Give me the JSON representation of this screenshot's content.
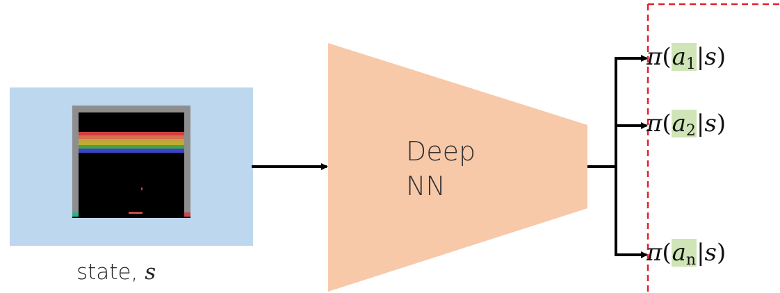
{
  "network": {
    "line1": "Deep",
    "line2": "NN"
  },
  "state": {
    "text": "state, ",
    "var": "s"
  },
  "outputs": [
    {
      "pi": "π",
      "open": "(",
      "action": "a",
      "subscript": "1",
      "given": "|",
      "state": "s",
      "close": ")"
    },
    {
      "pi": "π",
      "open": "(",
      "action": "a",
      "subscript": "2",
      "given": "|",
      "state": "s",
      "close": ")"
    },
    {
      "pi": "π",
      "open": "(",
      "action": "a",
      "subscript": "n",
      "given": "|",
      "state": "s",
      "close": ")"
    }
  ],
  "colors": {
    "state_background": "#bcd7ee",
    "network_fill": "#f7c9a9",
    "action_highlight": "#cfe5b7",
    "dashed_border": "#e0202a",
    "arrows": "#000000"
  },
  "icons": {
    "game_screen": "breakout-game-frame"
  }
}
